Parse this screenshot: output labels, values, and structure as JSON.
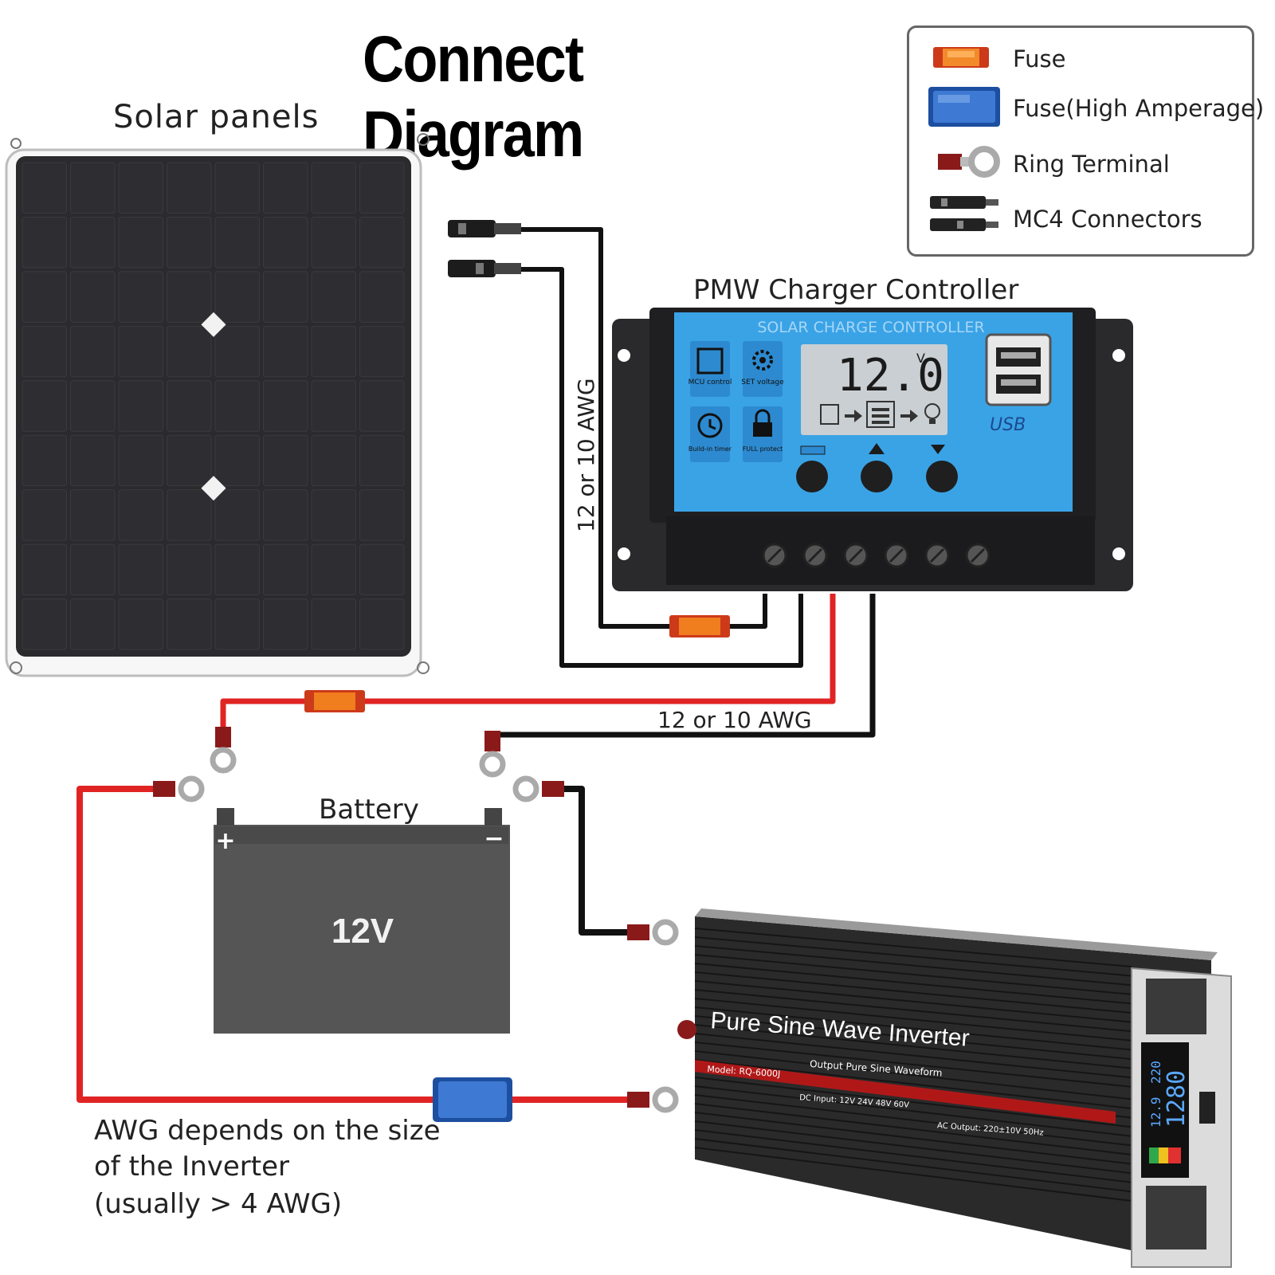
{
  "title": "Connect Diagram",
  "legend": {
    "items": [
      {
        "label": "Fuse",
        "icon": "fuse-icon"
      },
      {
        "label": "Fuse(High Amperage)",
        "icon": "fuse-high-amperage-icon"
      },
      {
        "label": "Ring Terminal",
        "icon": "ring-terminal-icon"
      },
      {
        "label": "MC4 Connectors",
        "icon": "mc4-connectors-icon"
      }
    ]
  },
  "solar_panels": {
    "label": "Solar panels"
  },
  "controller": {
    "label": "PMW Charger Controller",
    "header": "SOLAR CHARGE CONTROLLER",
    "lcd_value": "12.0",
    "lcd_unit": "V",
    "usb_label": "USB",
    "icons": [
      {
        "label": "MCU control",
        "icon": "chip-icon"
      },
      {
        "label": "SET voltage",
        "icon": "gear-icon"
      },
      {
        "label": "Build-in timer",
        "icon": "clock-icon"
      },
      {
        "label": "FULL protect",
        "icon": "lock-icon"
      }
    ]
  },
  "wire_labels": {
    "vertical": "12 or 10 AWG",
    "horizontal": "12 or 10 AWG"
  },
  "battery": {
    "label": "Battery",
    "voltage": "12V",
    "plus": "+",
    "minus": "−"
  },
  "inverter": {
    "title": "Pure Sine Wave Inverter",
    "subtitle": "Output Pure Sine Waveform",
    "model": "Model: RQ-6000J",
    "dc_input": "DC Input: 12V  24V  48V  60V",
    "ac_output": "AC Output: 220±10V 50Hz",
    "display_voltage": "12.9",
    "display_ac": "220",
    "display_power": "1280"
  },
  "note": {
    "line1": "AWG depends on the size",
    "line2": "of the Inverter",
    "line3": "(usually  > 4 AWG)"
  },
  "colors": {
    "positive_wire": "#e02424",
    "negative_wire": "#111111",
    "fuse": "#f07d1e",
    "fuse_high": "#2f6fd6",
    "controller_face": "#3aa3e6",
    "battery": "#555555",
    "inverter_body": "#1c1c1c",
    "panel_cell": "#2b2b2e"
  }
}
